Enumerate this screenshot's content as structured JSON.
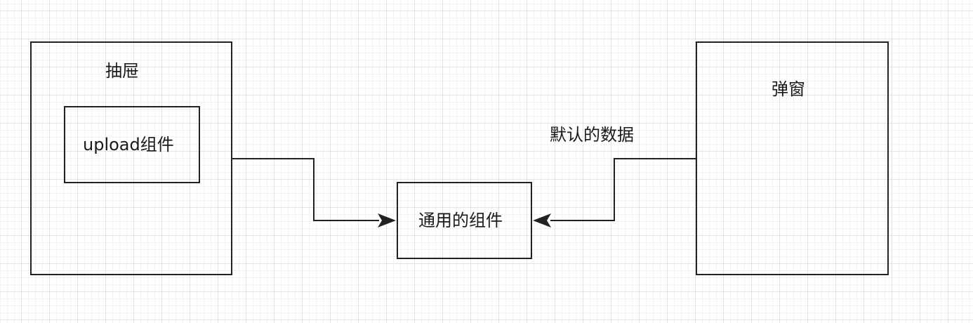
{
  "diagram": {
    "nodes": {
      "drawer": {
        "label": "抽屉"
      },
      "upload": {
        "label": "upload组件"
      },
      "common": {
        "label": "通用的组件"
      },
      "dialog": {
        "label": "弹窗"
      }
    },
    "edges": [
      {
        "from": "drawer",
        "to": "common",
        "label": ""
      },
      {
        "from": "dialog",
        "to": "common",
        "label": "默认的数据"
      }
    ]
  }
}
